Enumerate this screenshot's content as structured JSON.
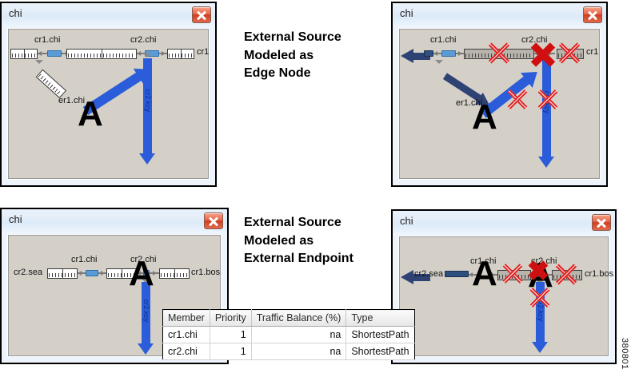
{
  "figure_id": "380801",
  "captions": {
    "top": "External Source\nModeled as\nEdge Node",
    "bottom": "External Source\nModeled as\nExternal Endpoint"
  },
  "colors": {
    "demand_arrow": "#2b5cd9",
    "failure_x": "#e02020",
    "node": "#5b9bd5",
    "node_dark": "#2f4f7f",
    "canvas": "#d4d0c8",
    "titlebar": "#e4eef9",
    "close_button": "#cf3c20"
  },
  "panels": [
    {
      "id": "top-left",
      "title": "chi",
      "close_label": "x",
      "nodes": [
        "cr1.chi",
        "cr2.chi",
        "er1.chi"
      ],
      "edge_labels": [
        "cr1"
      ],
      "demand_labels": [
        "cr2.kcy"
      ],
      "marker": "A",
      "failures": []
    },
    {
      "id": "top-right",
      "title": "chi",
      "close_label": "x",
      "nodes": [
        "cr1.chi",
        "cr2.chi",
        "er1.chi"
      ],
      "edge_labels": [
        "cr1"
      ],
      "demand_labels": [
        "cr2.kcy"
      ],
      "marker": "A",
      "failures": [
        "link-cr1-cr2",
        "node-cr2.chi",
        "link-cr2-cr1",
        "demand-diag",
        "demand-vertical"
      ]
    },
    {
      "id": "bottom-left",
      "title": "chi",
      "close_label": "x",
      "nodes": [
        "cr1.chi",
        "cr2.chi"
      ],
      "edge_labels": [
        "cr2.sea",
        "cr1.bos"
      ],
      "demand_labels": [
        "cr2.kcy"
      ],
      "marker": "A",
      "failures": []
    },
    {
      "id": "bottom-right",
      "title": "chi",
      "close_label": "x",
      "nodes": [
        "cr1.chi",
        "cr2.chi"
      ],
      "edge_labels": [
        "cr2.sea",
        "cr1.bos"
      ],
      "demand_labels": [
        "cr2.kcy"
      ],
      "marker": "A",
      "failures": [
        "link-cr1-cr2",
        "node-cr2.chi",
        "link-cr2-bos",
        "demand-vertical"
      ]
    }
  ],
  "table": {
    "columns": [
      "Member",
      "Priority",
      "Traffic Balance (%)",
      "Type"
    ],
    "rows": [
      {
        "member": "cr1.chi",
        "priority": "1",
        "traffic_balance": "na",
        "type": "ShortestPath"
      },
      {
        "member": "cr2.chi",
        "priority": "1",
        "traffic_balance": "na",
        "type": "ShortestPath"
      }
    ]
  }
}
